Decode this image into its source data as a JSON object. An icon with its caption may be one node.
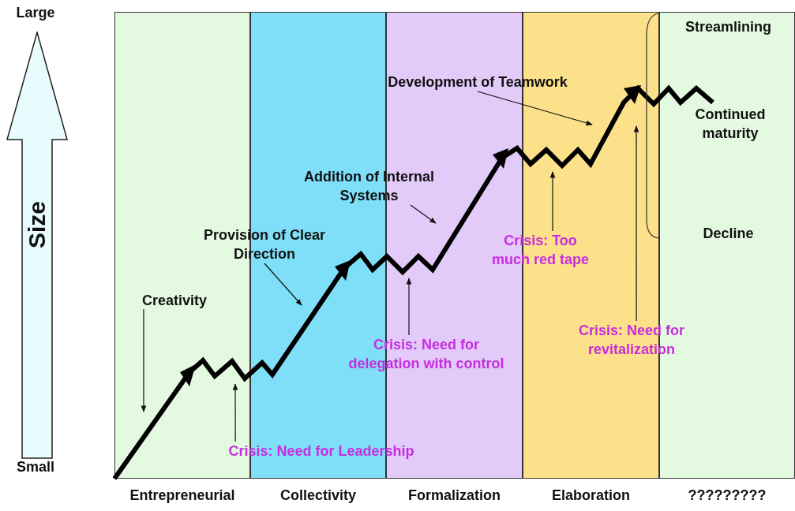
{
  "diagram": {
    "nodes": [
      {
        "text": [
          "Size"
        ],
        "beside": [
          "Large",
          "Small"
        ]
      },
      {
        "text": [
          "Entrepreneurial"
        ]
      },
      {
        "text": [
          "Collectivity"
        ]
      },
      {
        "text": [
          "Formalization"
        ]
      },
      {
        "text": [
          "Elaboration"
        ]
      },
      {
        "text": [
          "?????????"
        ]
      },
      {
        "text": [
          "Development of Teamwork"
        ]
      },
      {
        "text": [
          "Addition of Internal Systems"
        ]
      },
      {
        "text": [
          "Provision of Clear Direction"
        ]
      },
      {
        "text": [
          "Creativity"
        ],
        "in": 1
      },
      {
        "text": [
          "Crisis: Too much red tape"
        ]
      },
      {
        "text": [
          "Crisis: Need for revitalization"
        ]
      },
      {
        "text": [
          "Crisis: Need for delegation with control"
        ]
      },
      {
        "text": [
          "Crisis: Need for Leadership"
        ]
      }
    ],
    "edges": [
      {
        "from": 6,
        "to": 4,
        "arrow": "to"
      },
      {
        "from": 7,
        "to": 3,
        "arrow": "to"
      },
      {
        "from": 8,
        "to": 2,
        "arrow": "to"
      },
      {
        "from": 9,
        "to": 1,
        "arrow": "to"
      },
      {
        "from": 10,
        "to": 4,
        "arrow": "to"
      },
      {
        "from": 11,
        "to": 5,
        "arrow": "to"
      },
      {
        "from": 12,
        "to": 3,
        "arrow": "to"
      },
      {
        "from": 13,
        "to": 1,
        "arrow": "to"
      }
    ],
    "labels": [
      "Streamlining",
      "Continued maturity",
      "Decline"
    ]
  }
}
